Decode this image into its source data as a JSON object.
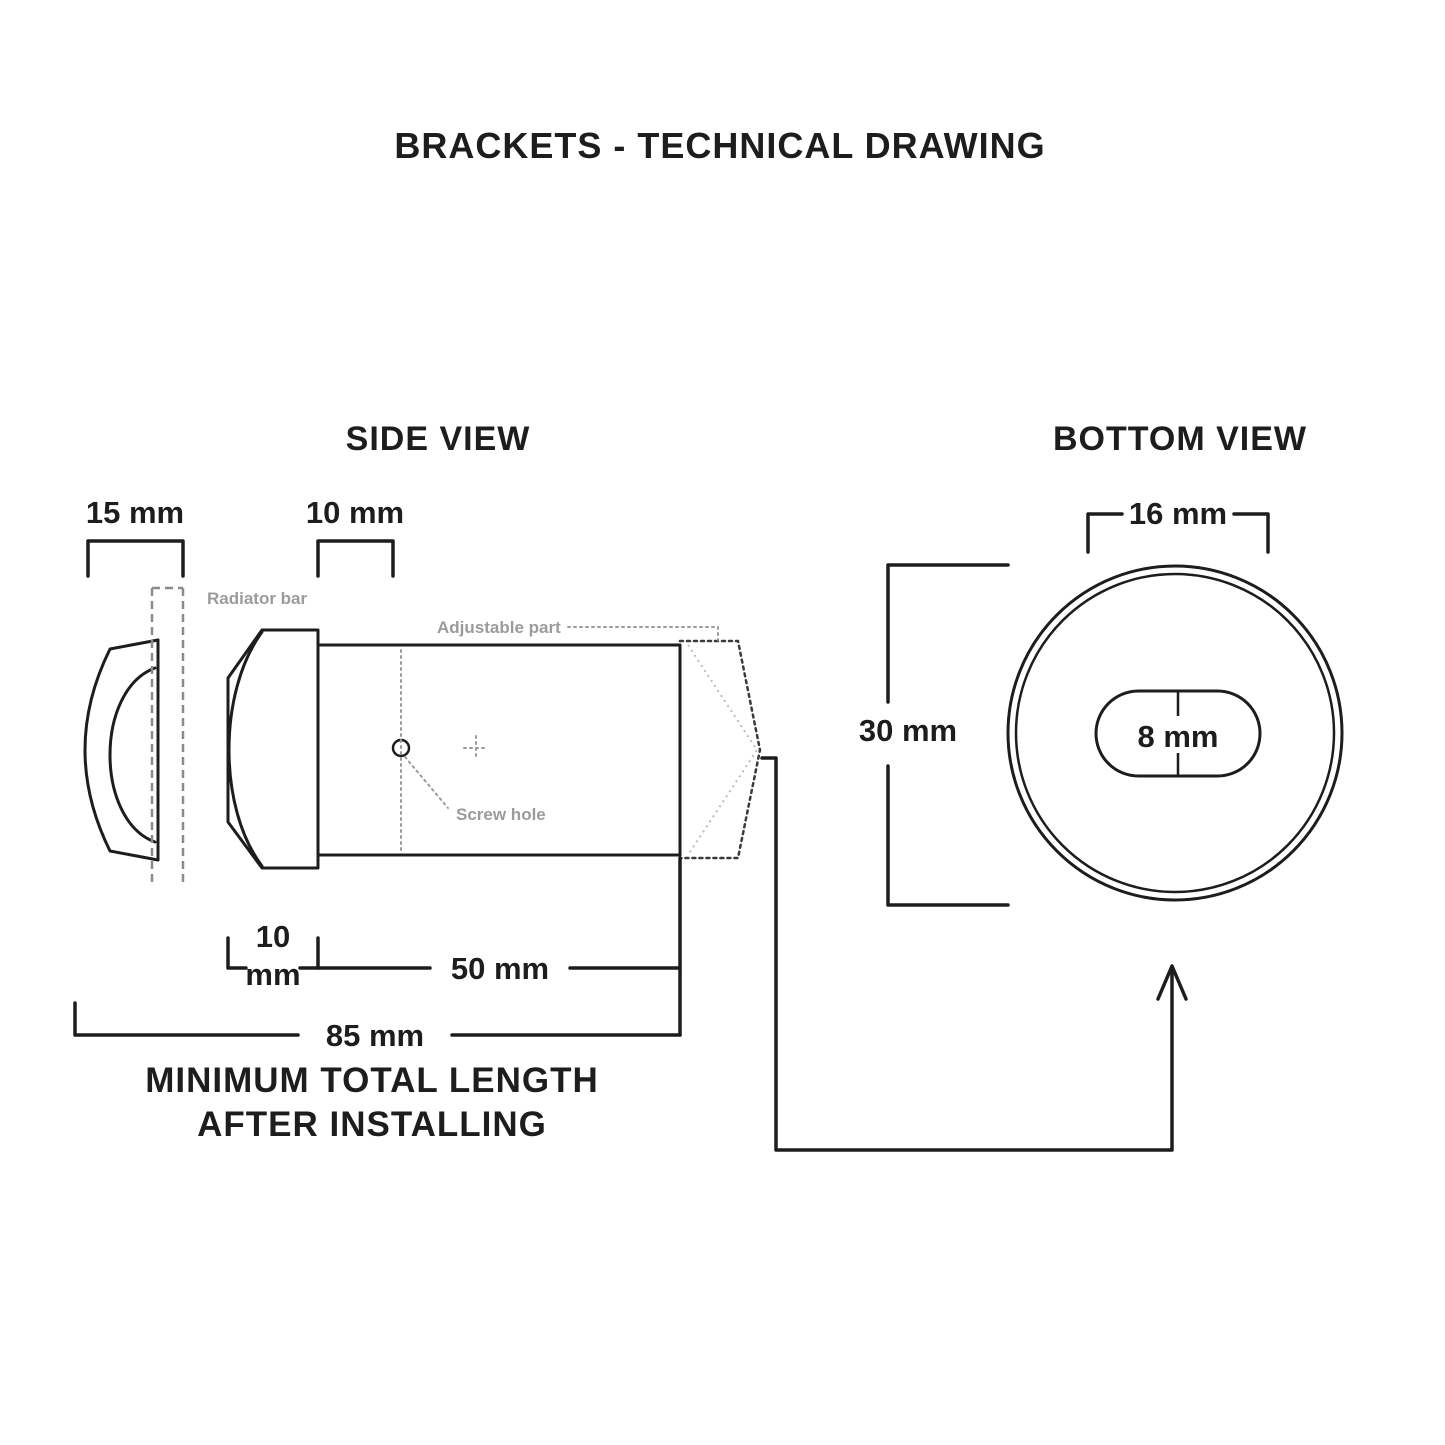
{
  "title": "BRACKETS - TECHNICAL DRAWING",
  "colors": {
    "line": "#1d1d1d",
    "annotation": "#9b9b9b",
    "background": "#ffffff"
  },
  "side_view": {
    "label": "SIDE VIEW",
    "dims": {
      "cap_width": "15 mm",
      "hex_width_top": "10 mm",
      "hex_width_bottom_value": "10",
      "hex_width_bottom_unit": "mm",
      "body_length": "50 mm",
      "total_length": "85 mm"
    },
    "annotations": {
      "radiator_bar": "Radiator bar",
      "adjustable_part": "Adjustable part",
      "screw_hole": "Screw hole"
    },
    "note_line1": "MINIMUM TOTAL LENGTH",
    "note_line2": "AFTER INSTALLING"
  },
  "bottom_view": {
    "label": "BOTTOM VIEW",
    "dims": {
      "slot_length": "16 mm",
      "outer_diameter": "30 mm",
      "slot_width": "8 mm"
    }
  }
}
